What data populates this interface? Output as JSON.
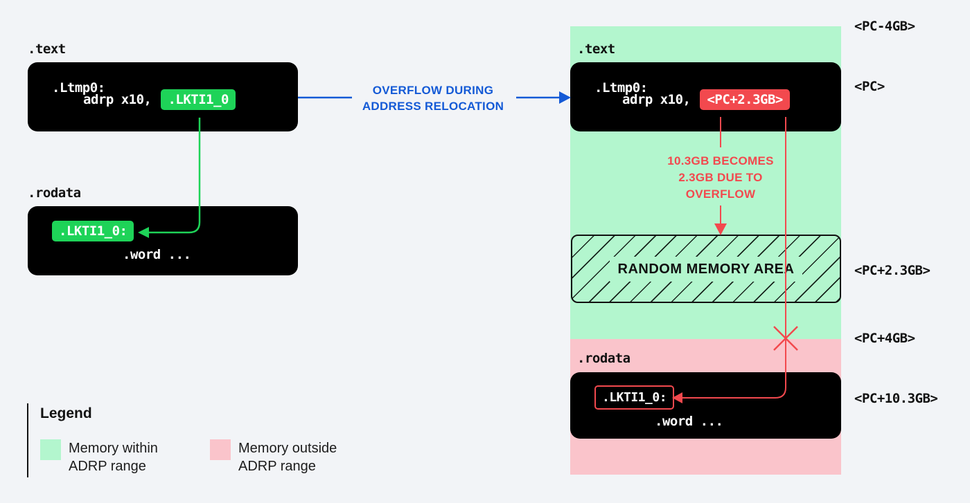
{
  "colors": {
    "background": "#f2f4f7",
    "code_block": "#000000",
    "memory_within": "#b3f6ce",
    "memory_outside": "#fac4cb",
    "accent_green": "#1ed358",
    "accent_red": "#f2494e",
    "accent_blue": "#145ad6"
  },
  "left_panel": {
    "text_section_label": ".text",
    "text_block": {
      "label_line": ".Ltmp0:",
      "instruction": "adrp x10,",
      "operand_badge": ".LKTI1_0"
    },
    "rodata_section_label": ".rodata",
    "rodata_block": {
      "symbol_badge": ".LKTI1_0:",
      "word_line": ".word ..."
    }
  },
  "transition_arrow": {
    "line1": "OVERFLOW DURING",
    "line2": "ADDRESS RELOCATION"
  },
  "right_panel": {
    "text_section_label": ".text",
    "text_block": {
      "label_line": ".Ltmp0:",
      "instruction": "adrp x10,",
      "operand_badge": "<PC+2.3GB>"
    },
    "overflow_note": {
      "line1": "10.3GB BECOMES",
      "line2": "2.3GB DUE TO",
      "line3": "OVERFLOW"
    },
    "random_memory_label": "RANDOM MEMORY AREA",
    "rodata_section_label": ".rodata",
    "rodata_block": {
      "symbol_badge": ".LKTI1_0:",
      "word_line": ".word ..."
    },
    "address_labels": {
      "pc_minus_4gb": "<PC-4GB>",
      "pc": "<PC>",
      "pc_plus_2_3gb": "<PC+2.3GB>",
      "pc_plus_4gb": "<PC+4GB>",
      "pc_plus_10_3gb": "<PC+10.3GB>"
    }
  },
  "legend": {
    "title": "Legend",
    "items": [
      {
        "line1": "Memory within",
        "line2": "ADRP range",
        "swatch_color": "#b3f6ce"
      },
      {
        "line1": "Memory outside",
        "line2": "ADRP range",
        "swatch_color": "#fac4cb"
      }
    ]
  }
}
